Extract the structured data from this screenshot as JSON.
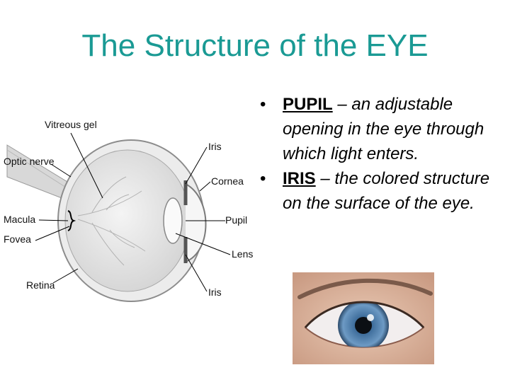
{
  "title": "The Structure of the EYE",
  "diagram": {
    "labels": {
      "vitreous_gel": "Vitreous gel",
      "optic_nerve": "Optic nerve",
      "macula": "Macula",
      "fovea": "Fovea",
      "retina": "Retina",
      "iris_top": "Iris",
      "cornea": "Cornea",
      "pupil": "Pupil",
      "lens": "Lens",
      "iris_bottom": "Iris"
    }
  },
  "bullets": [
    {
      "term": "PUPIL",
      "description": " – an adjustable opening in the eye through which light enters."
    },
    {
      "term": "IRIS",
      "description": " – the colored structure on the surface of the eye."
    }
  ],
  "bullet_glyph": "•",
  "colors": {
    "title": "#1a9a94",
    "iris_photo": "#4a78a8",
    "eyeball": "#e6e6e6"
  }
}
